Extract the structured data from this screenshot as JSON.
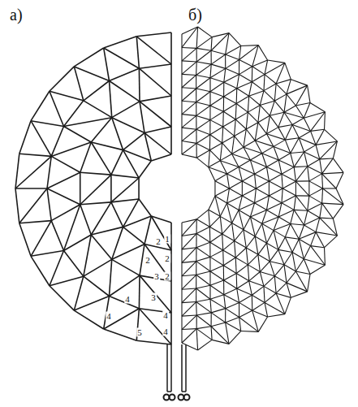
{
  "diagram": {
    "labels": [
      "а)",
      "б)",
      "2",
      "1",
      "2",
      "2",
      "3",
      "2",
      "4",
      "3",
      "4",
      "4",
      "5",
      "4"
    ]
  }
}
